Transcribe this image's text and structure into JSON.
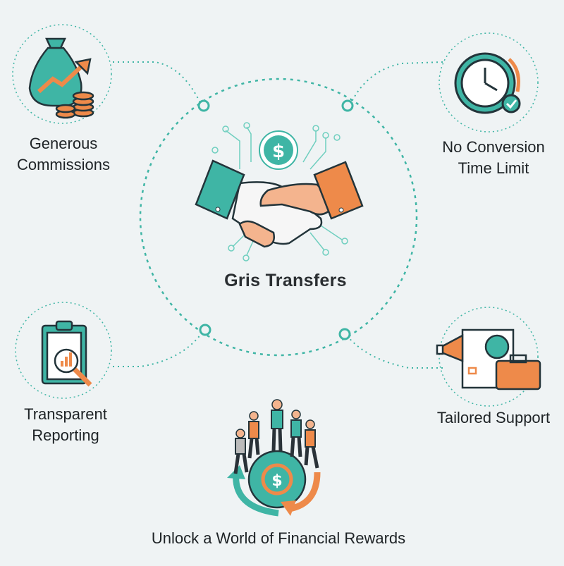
{
  "brand": {
    "name": "Gris Transfers",
    "icon": "handshake-dollar-circuit-icon"
  },
  "features": [
    {
      "id": "commissions",
      "line1": "Generous",
      "line2": "Commissions",
      "icon": "money-bag-growth-icon"
    },
    {
      "id": "conversion",
      "line1": "No Conversion",
      "line2": "Time Limit",
      "icon": "clock-check-icon"
    },
    {
      "id": "reporting",
      "line1": "Transparent",
      "line2": "Reporting",
      "icon": "clipboard-chart-magnifier-icon"
    },
    {
      "id": "support",
      "line1": "Tailored Support",
      "icon": "megaphone-briefcase-icon"
    }
  ],
  "footer": {
    "text": "Unlock a World of Financial Rewards",
    "icon": "people-globe-dollar-icon"
  },
  "colors": {
    "teal": "#3fb5a5",
    "orange": "#ee8a4a",
    "background": "#eff3f4",
    "text": "#1e2326"
  }
}
